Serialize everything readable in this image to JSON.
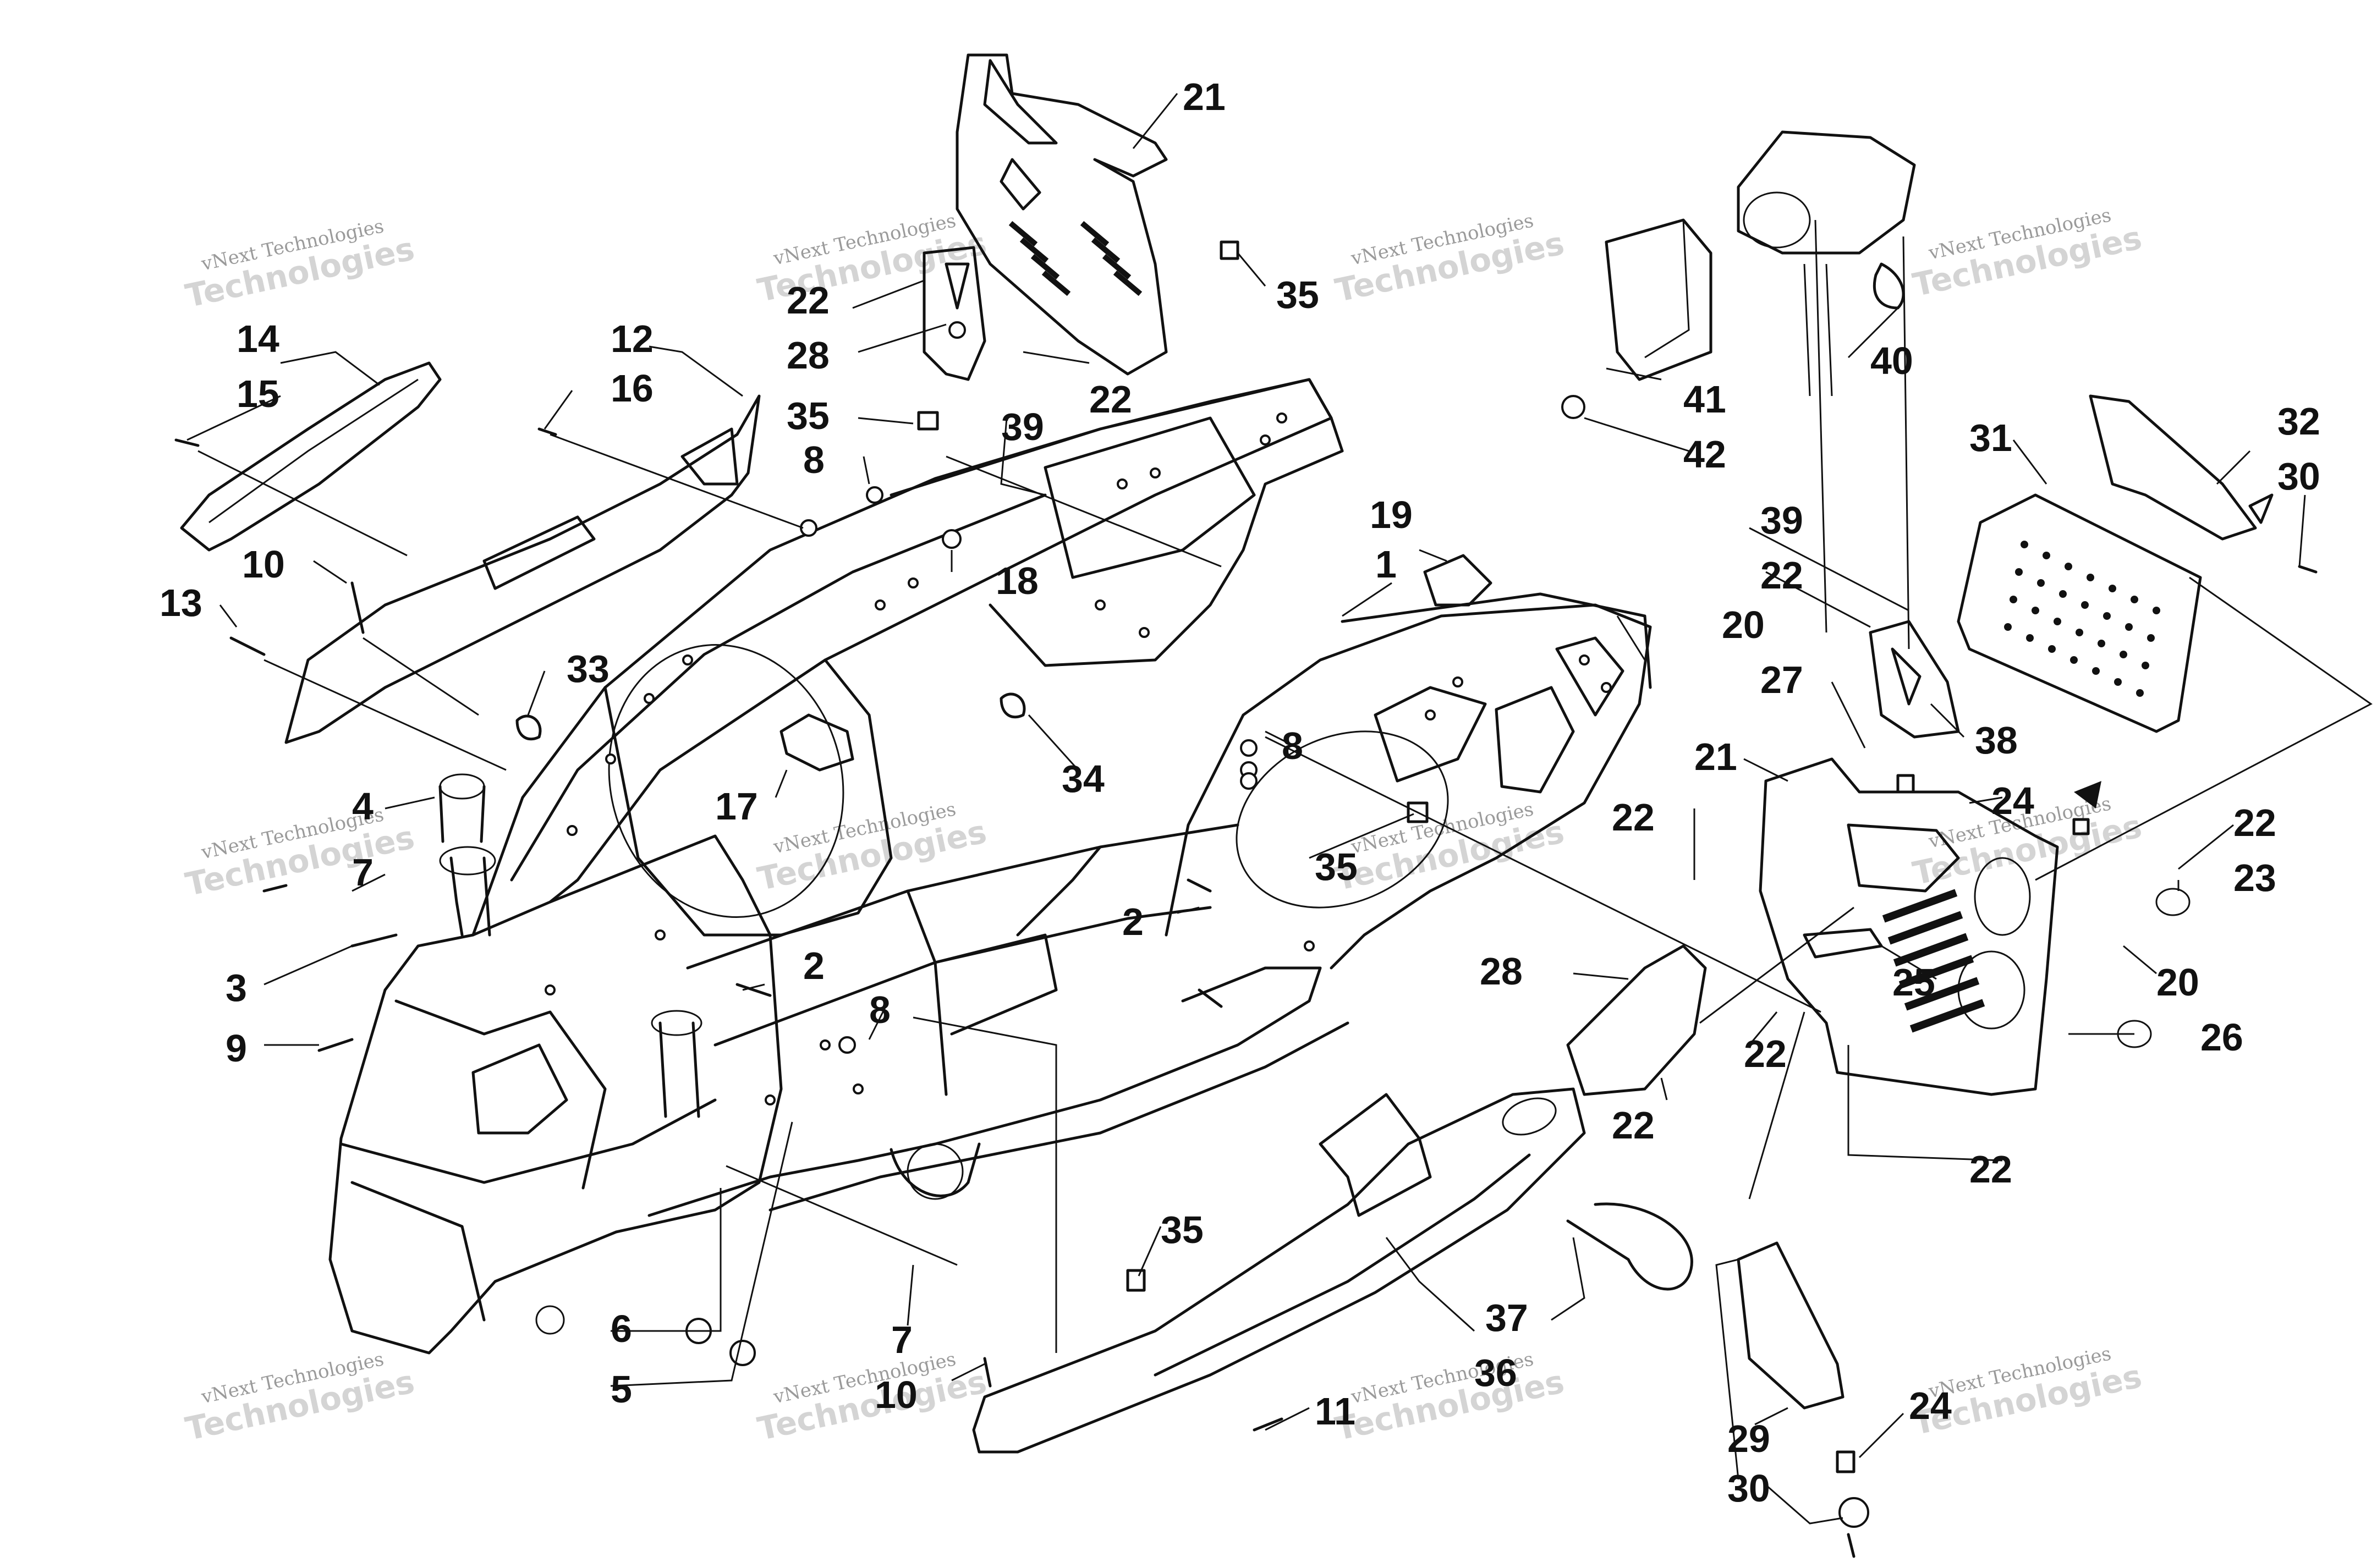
{
  "diagram": {
    "watermark_line1": "vNext Technologies",
    "watermark_line2": "Technologies",
    "callouts": {
      "c1": "1",
      "c2a": "2",
      "c2b": "2",
      "c3": "3",
      "c4": "4",
      "c5": "5",
      "c6": "6",
      "c7a": "7",
      "c7b": "7",
      "c8a": "8",
      "c8b": "8",
      "c8c": "8",
      "c9": "9",
      "c10a": "10",
      "c10b": "10",
      "c11": "11",
      "c12": "12",
      "c13": "13",
      "c14": "14",
      "c15": "15",
      "c16": "16",
      "c17": "17",
      "c18": "18",
      "c19": "19",
      "c20a": "20",
      "c20b": "20",
      "c21a": "21",
      "c21b": "21",
      "c22a": "22",
      "c22b": "22",
      "c22c": "22",
      "c22d": "22",
      "c22e": "22",
      "c22f": "22",
      "c22g": "22",
      "c22h": "22",
      "c23": "23",
      "c24a": "24",
      "c24b": "24",
      "c25": "25",
      "c26": "26",
      "c27": "27",
      "c28a": "28",
      "c28b": "28",
      "c29": "29",
      "c30a": "30",
      "c30b": "30",
      "c31": "31",
      "c32": "32",
      "c33": "33",
      "c34": "34",
      "c35a": "35",
      "c35b": "35",
      "c35c": "35",
      "c35d": "35",
      "c36": "36",
      "c37": "37",
      "c38": "38",
      "c39a": "39",
      "c39b": "39",
      "c40": "40",
      "c41": "41",
      "c42": "42"
    }
  }
}
